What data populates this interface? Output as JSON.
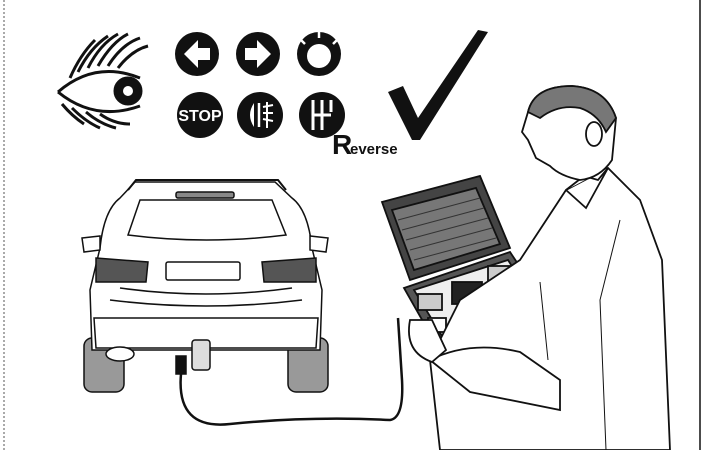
{
  "signals": {
    "stop_label": "STOP",
    "reverse_initial": "R",
    "reverse_rest": "everse"
  },
  "icons": [
    "eye-icon",
    "left-turn-signal-icon",
    "right-turn-signal-icon",
    "parking-light-icon",
    "stop-light-icon",
    "fog-light-icon",
    "reverse-gear-icon",
    "check-mark-icon"
  ],
  "colors": {
    "ink": "#111111",
    "tire": "#999999",
    "light": "#555555",
    "case": "#333333"
  }
}
